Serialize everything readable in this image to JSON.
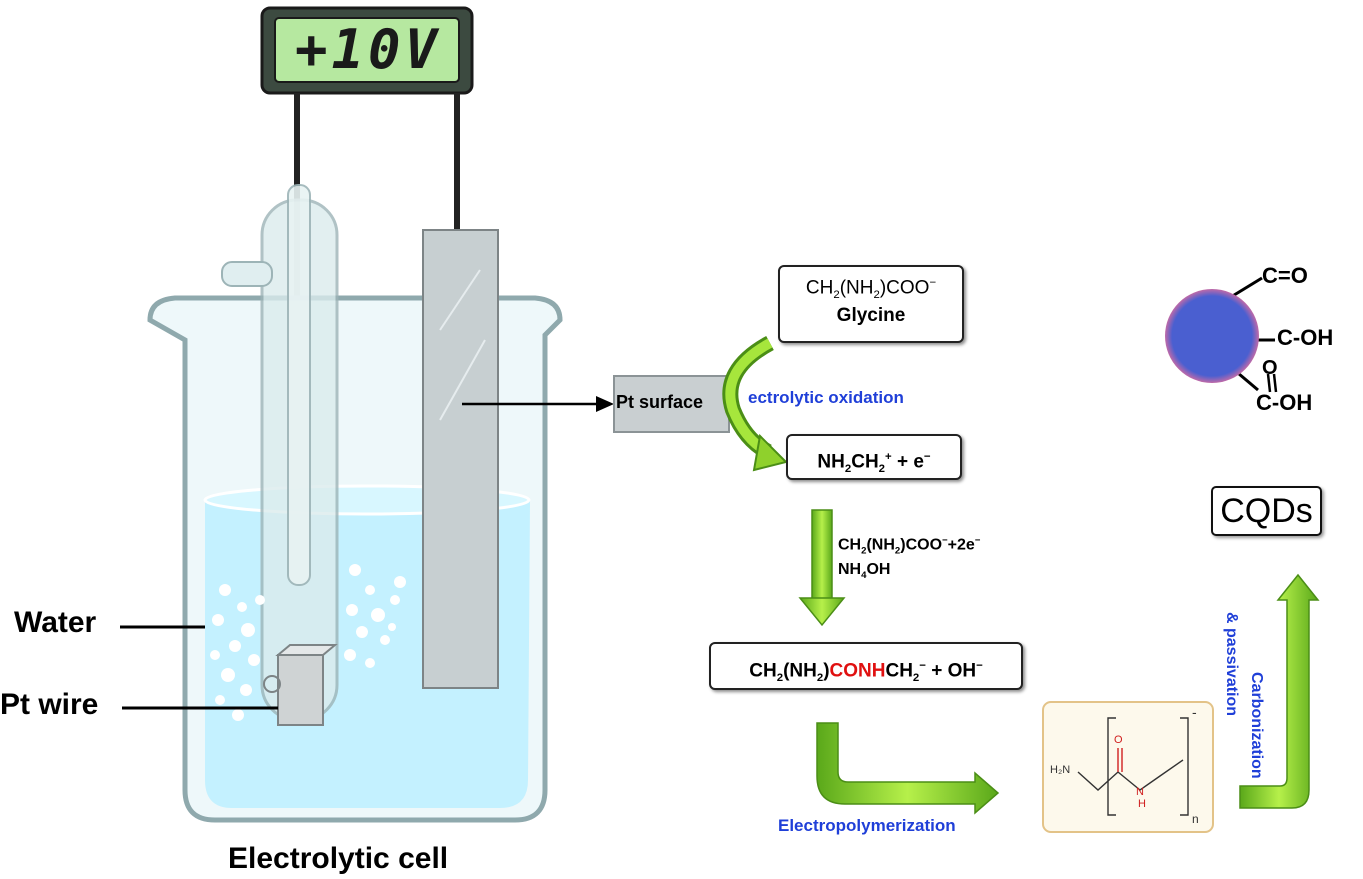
{
  "voltmeter": {
    "reading": "+10V"
  },
  "labels": {
    "water": "Water",
    "pt_wire": "Pt wire",
    "electrolytic_cell": "Electrolytic cell",
    "pt_surface": "Pt surface",
    "electrolytic_oxidation": "ectrolytic oxidation",
    "electropolymerization_a": "Electro",
    "electropolymerization_b": "polymerization",
    "carbonization": "Carbonization",
    "passivation": "& passivation",
    "cqds": "CQDs"
  },
  "species": {
    "glycine_formula": {
      "a": "CH",
      "b": "2",
      "c": "(NH",
      "d": "2",
      "e": ")COO",
      "f": "−"
    },
    "glycine_name": "Glycine",
    "cation": {
      "a": "NH",
      "b": "2",
      "c": "CH",
      "d": "2",
      "e": "+",
      "f": " + e",
      "g": "−"
    },
    "reagent_line1": {
      "a": "CH",
      "b": "2",
      "c": "(NH",
      "d": "2",
      "e": ")COO",
      "f": "−",
      "g": "+2e",
      "h": "−"
    },
    "reagent_line2": {
      "a": "NH",
      "b": "4",
      "c": "OH"
    },
    "product": {
      "a": "CH",
      "b": "2",
      "c": "(NH",
      "d": "2",
      "e": ")",
      "f": "CONH",
      "g": "CH",
      "h": "2",
      "i": "−",
      "j": " + OH",
      "k": "−"
    }
  },
  "polymer": {
    "amine": "H₂N",
    "oxygen": "O",
    "nh": "N",
    "nh_h": "H",
    "repeat": "n",
    "charge": "-"
  },
  "cqd_groups": {
    "carbonyl": "C=O",
    "hydroxyl": "C-OH",
    "carboxyl": "C-OH",
    "carboxyl_o": "O"
  },
  "colors": {
    "arrow_green": "#7ed321",
    "blue_text": "#1f3fd8",
    "red_text": "#e01010",
    "cqd_core": "#4a5fd0",
    "water": "#bfefff"
  }
}
